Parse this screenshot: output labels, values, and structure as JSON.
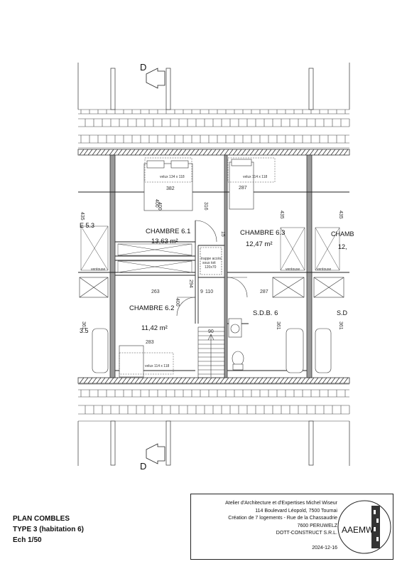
{
  "rooms": [
    {
      "name": "CHAMBRE 6.1",
      "area": "13,63 m²"
    },
    {
      "name": "CHAMBRE 6.3",
      "area": "12,47 m²"
    },
    {
      "name": "CHAMBRE 6.2",
      "area": "11,42 m²"
    },
    {
      "name": "S.D.B. 6",
      "area": ""
    }
  ],
  "side_labels": {
    "left_room": "E 5.3",
    "left_sdb": "3.5",
    "right_room": "CHAMB",
    "right_area": "12,",
    "right_sdb": "S.D"
  },
  "section_mark": "D",
  "dimensions": {
    "d382": "382",
    "d287a": "287",
    "d316": "316",
    "d400a": "400",
    "d435a": "435",
    "d435b": "435",
    "d435c": "435",
    "d263": "263",
    "d294": "294",
    "d9": "9",
    "d110": "110",
    "d287b": "287",
    "d400b": "400",
    "d361a": "361",
    "d361b": "361",
    "d361c": "361",
    "d283": "283",
    "d90": "90",
    "d15": "15",
    "d400c": "400"
  },
  "annotations": {
    "velux1": "velux 134 x 118",
    "velux2": "velux 114 x 118",
    "velux3": "velux 114 x 118",
    "trappe1": "trappe accès",
    "trappe2": "sous toit",
    "trappe3": "120x70",
    "ventouse1": "ventouse",
    "ventouse2": "ventouse",
    "ventouse3": "ventouse"
  },
  "legend": {
    "line1": "PLAN COMBLES",
    "line2": "TYPE 3 (habitation 6)",
    "line3": "Ech 1/50"
  },
  "title_block": {
    "line1": "Atelier d'Architecture et d'Expertises Michel Wiseur",
    "line2": "114 Boulevard Léopold, 7500 Tournai",
    "line3": "Création de 7 logements - Rue de la Chassaudrie",
    "line4": "7600 PERUWELZ",
    "line5": "DOTT-CONSTRUCT S.R.L.",
    "date": "2024-12-16",
    "logo_text": "AAEMW"
  },
  "colors": {
    "line": "#222222",
    "wall": "#9a9a9a",
    "thin": "#555555"
  }
}
